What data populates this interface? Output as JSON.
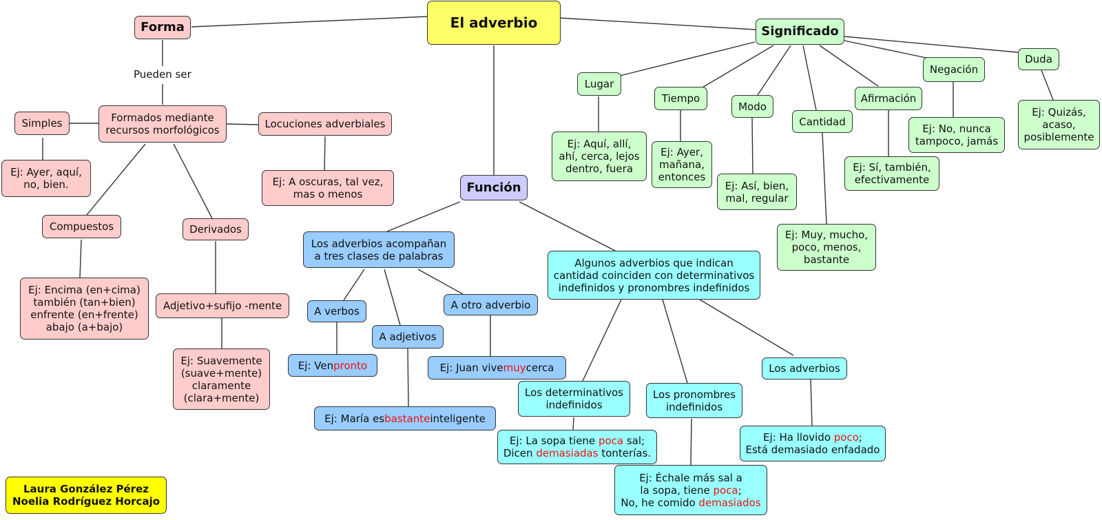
{
  "title": "El adverbio",
  "forma": {
    "header": "Forma",
    "link_label": "Pueden ser",
    "simples": "Simples",
    "simples_ej": "Ej: Ayer, aquí,\nno, bien.",
    "formados": "Formados mediante\nrecursos morfológicos",
    "locuciones": "Locuciones adverbiales",
    "locuciones_ej": "Ej: A oscuras, tal vez,\nmas o menos",
    "compuestos": "Compuestos",
    "compuestos_ej": "Ej: Encima (en+cima)\ntambién (tan+bien)\nenfrente (en+frente)\nabajo (a+bajo)",
    "derivados": "Derivados",
    "adjetivo": "Adjetivo+sufijo -mente",
    "adjetivo_ej": "Ej: Suavemente\n(suave+mente)\nclaramente\n(clara+mente)"
  },
  "significado": {
    "header": "Significado",
    "lugar": "Lugar",
    "lugar_ej": "Ej: Aquí, allí,\nahí, cerca, lejos\ndentro, fuera",
    "tiempo": "Tiempo",
    "tiempo_ej": "Ej: Ayer,\nmañana,\nentonces",
    "modo": "Modo",
    "modo_ej": "Ej: Así, bien,\nmal, regular",
    "cantidad": "Cantidad",
    "cantidad_ej": "Ej: Muy, mucho,\npoco, menos,\nbastante",
    "afirmacion": "Afirmación",
    "afirmacion_ej": "Ej: Sí, también,\nefectivamente",
    "negacion": "Negación",
    "negacion_ej": "Ej: No, nunca\ntampoco, jamás",
    "duda": "Duda",
    "duda_ej": "Ej: Quizás,\nacaso,\nposiblemente"
  },
  "funcion": {
    "header": "Función",
    "acompanan": "Los adverbios acompañan\na tres clases de palabras",
    "verbos": "A verbos",
    "verbos_ej": {
      "pre": "Ej: Ven ",
      "hl": "pronto",
      "post": ""
    },
    "adjetivos": "A adjetivos",
    "adjetivos_ej": {
      "pre": "Ej: María es ",
      "hl": "bastante",
      "post": " inteligente"
    },
    "otro": "A otro adverbio",
    "otro_ej": {
      "pre": "Ej: Juan vive ",
      "hl": "muy",
      "post": " cerca"
    },
    "algunos": "Algunos adverbios que indican\ncantidad coinciden con determinativos\nindefinidos y pronombres indefinidos",
    "determinativos": "Los determinativos\nindefinidos",
    "determinativos_ej": {
      "a": "Ej: La sopa tiene ",
      "b": "poca",
      "c": " sal;\nDicen ",
      "d": "demasiadas",
      "e": " tonterías."
    },
    "pronombres": "Los pronombres\nindefinidos",
    "pronombres_ej": {
      "a": "Ej: Échale más sal a\nla sopa, tiene ",
      "b": "poca",
      "c": ";\nNo, he comido ",
      "d": "demasiados",
      "e": ""
    },
    "adverbios": "Los adverbios",
    "adverbios_ej": {
      "a": "Ej: Ha llovido ",
      "b": "poco",
      "c": ";\nEstá demasiado enfadado",
      "d": "",
      "e": ""
    }
  },
  "credits": "Laura González Pérez\nNoelia Rodríguez Horcajo",
  "colors": {
    "main": "#ffff66",
    "forma": "#ffcccc",
    "significado": "#ccffcc",
    "funcion": "#ccccff",
    "funcion_blue": "#99ccff",
    "funcion_cyan": "#99ffff",
    "highlight": "#ee1111",
    "credits": "#ffff00"
  }
}
